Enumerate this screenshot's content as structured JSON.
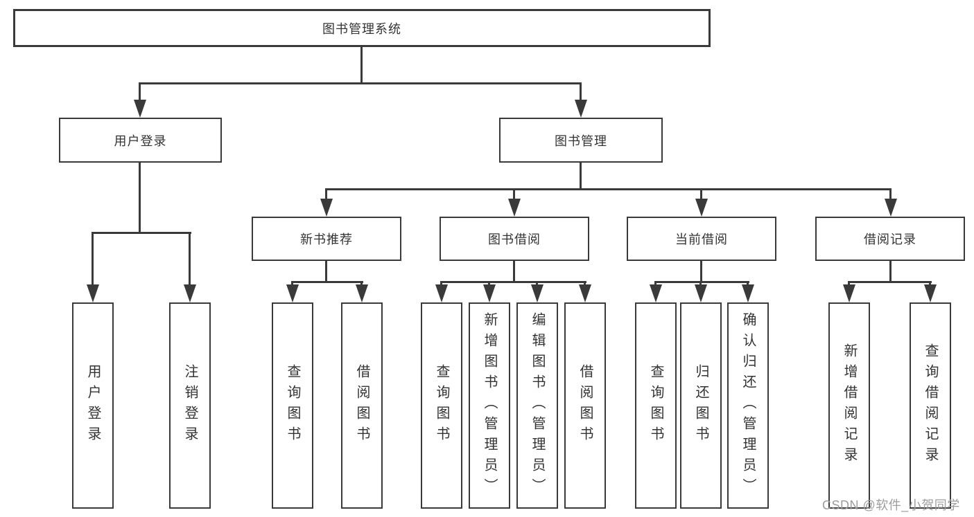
{
  "diagram": {
    "root": {
      "label": "图书管理系统"
    },
    "level2": [
      "用户登录",
      "图书管理"
    ],
    "level3": [
      "新书推荐",
      "图书借阅",
      "当前借阅",
      "借阅记录"
    ],
    "leaves_user_login": [
      "用户登录",
      "注销登录"
    ],
    "leaves_new_book": [
      "查询图书",
      "借阅图书"
    ],
    "leaves_book_borrow": [
      "查询图书",
      "新增图书（管理员）",
      "编辑图书（管理员）",
      "借阅图书"
    ],
    "leaves_current_borrow": [
      "查询图书",
      "归还图书",
      "确认归还（管理员）"
    ],
    "leaves_borrow_record": [
      "新增借阅记录",
      "查询借阅记录"
    ]
  },
  "watermark": {
    "text": "CSDN @软件_小贺同学"
  },
  "colors": {
    "line": "#3a3a3a",
    "box_border": "#3a3a3a",
    "text": "#333333",
    "watermark": "#9d9d9d",
    "background": "#ffffff"
  }
}
